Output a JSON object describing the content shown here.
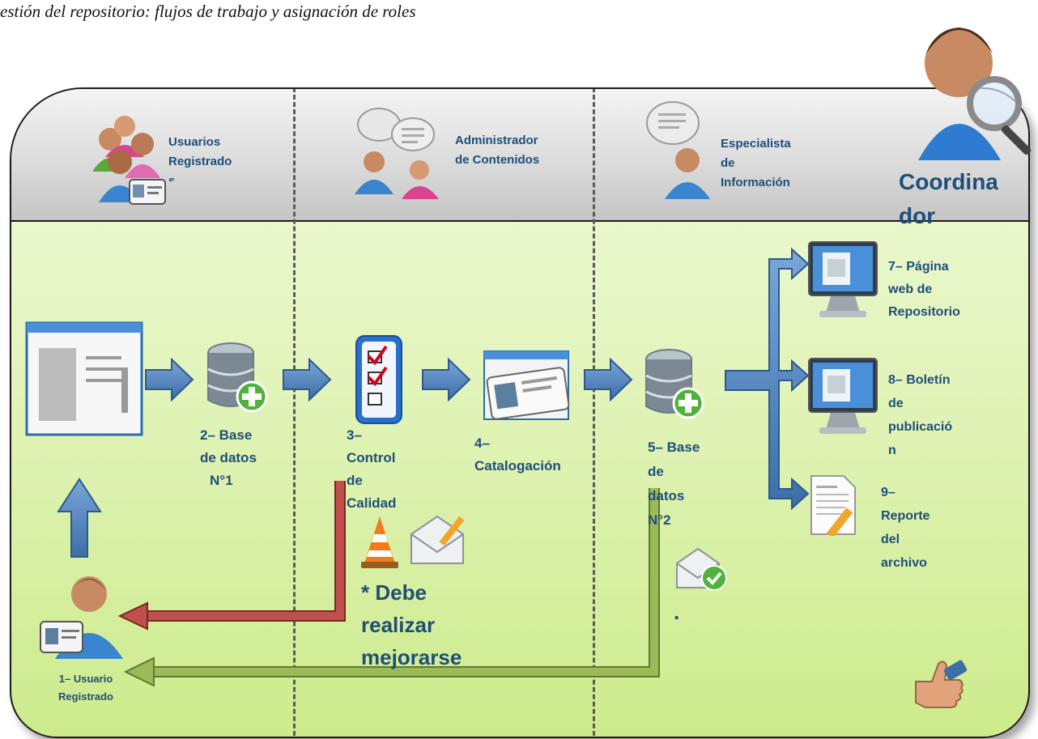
{
  "caption": "estión del repositorio: flujos de trabajo y asignación de roles",
  "roles": {
    "usuarios": [
      "Usuarios",
      "Registrado",
      "s"
    ],
    "administrador": [
      "Administrador",
      "de Contenidos"
    ],
    "especialista": [
      "Especialista",
      "de",
      "Información"
    ],
    "coordinador": [
      "Coordina",
      "dor"
    ]
  },
  "steps": {
    "s1": [
      "1– Usuario",
      "Registrado"
    ],
    "s2": [
      "2– Base",
      "de datos",
      "N°1"
    ],
    "s3": [
      "3–",
      "Control",
      "de",
      "Calidad"
    ],
    "s4": [
      "4–",
      "Catalogación"
    ],
    "s5": [
      "5– Base",
      "de",
      "datos",
      "N°2"
    ],
    "s7": [
      "7– Página",
      "web de",
      "Repositorio"
    ],
    "s8": [
      "8– Boletín",
      "de",
      "publicació",
      "n"
    ],
    "s9": [
      "9–",
      "Reporte",
      "del",
      "archivo"
    ]
  },
  "note": [
    "* Debe",
    "realizar",
    "mejorarse"
  ],
  "dot": ".",
  "colors": {
    "flow_blue": "#4f81bd",
    "reject_red": "#c0504d",
    "approve_green": "#9bbb59",
    "text": "#1f4e79"
  }
}
